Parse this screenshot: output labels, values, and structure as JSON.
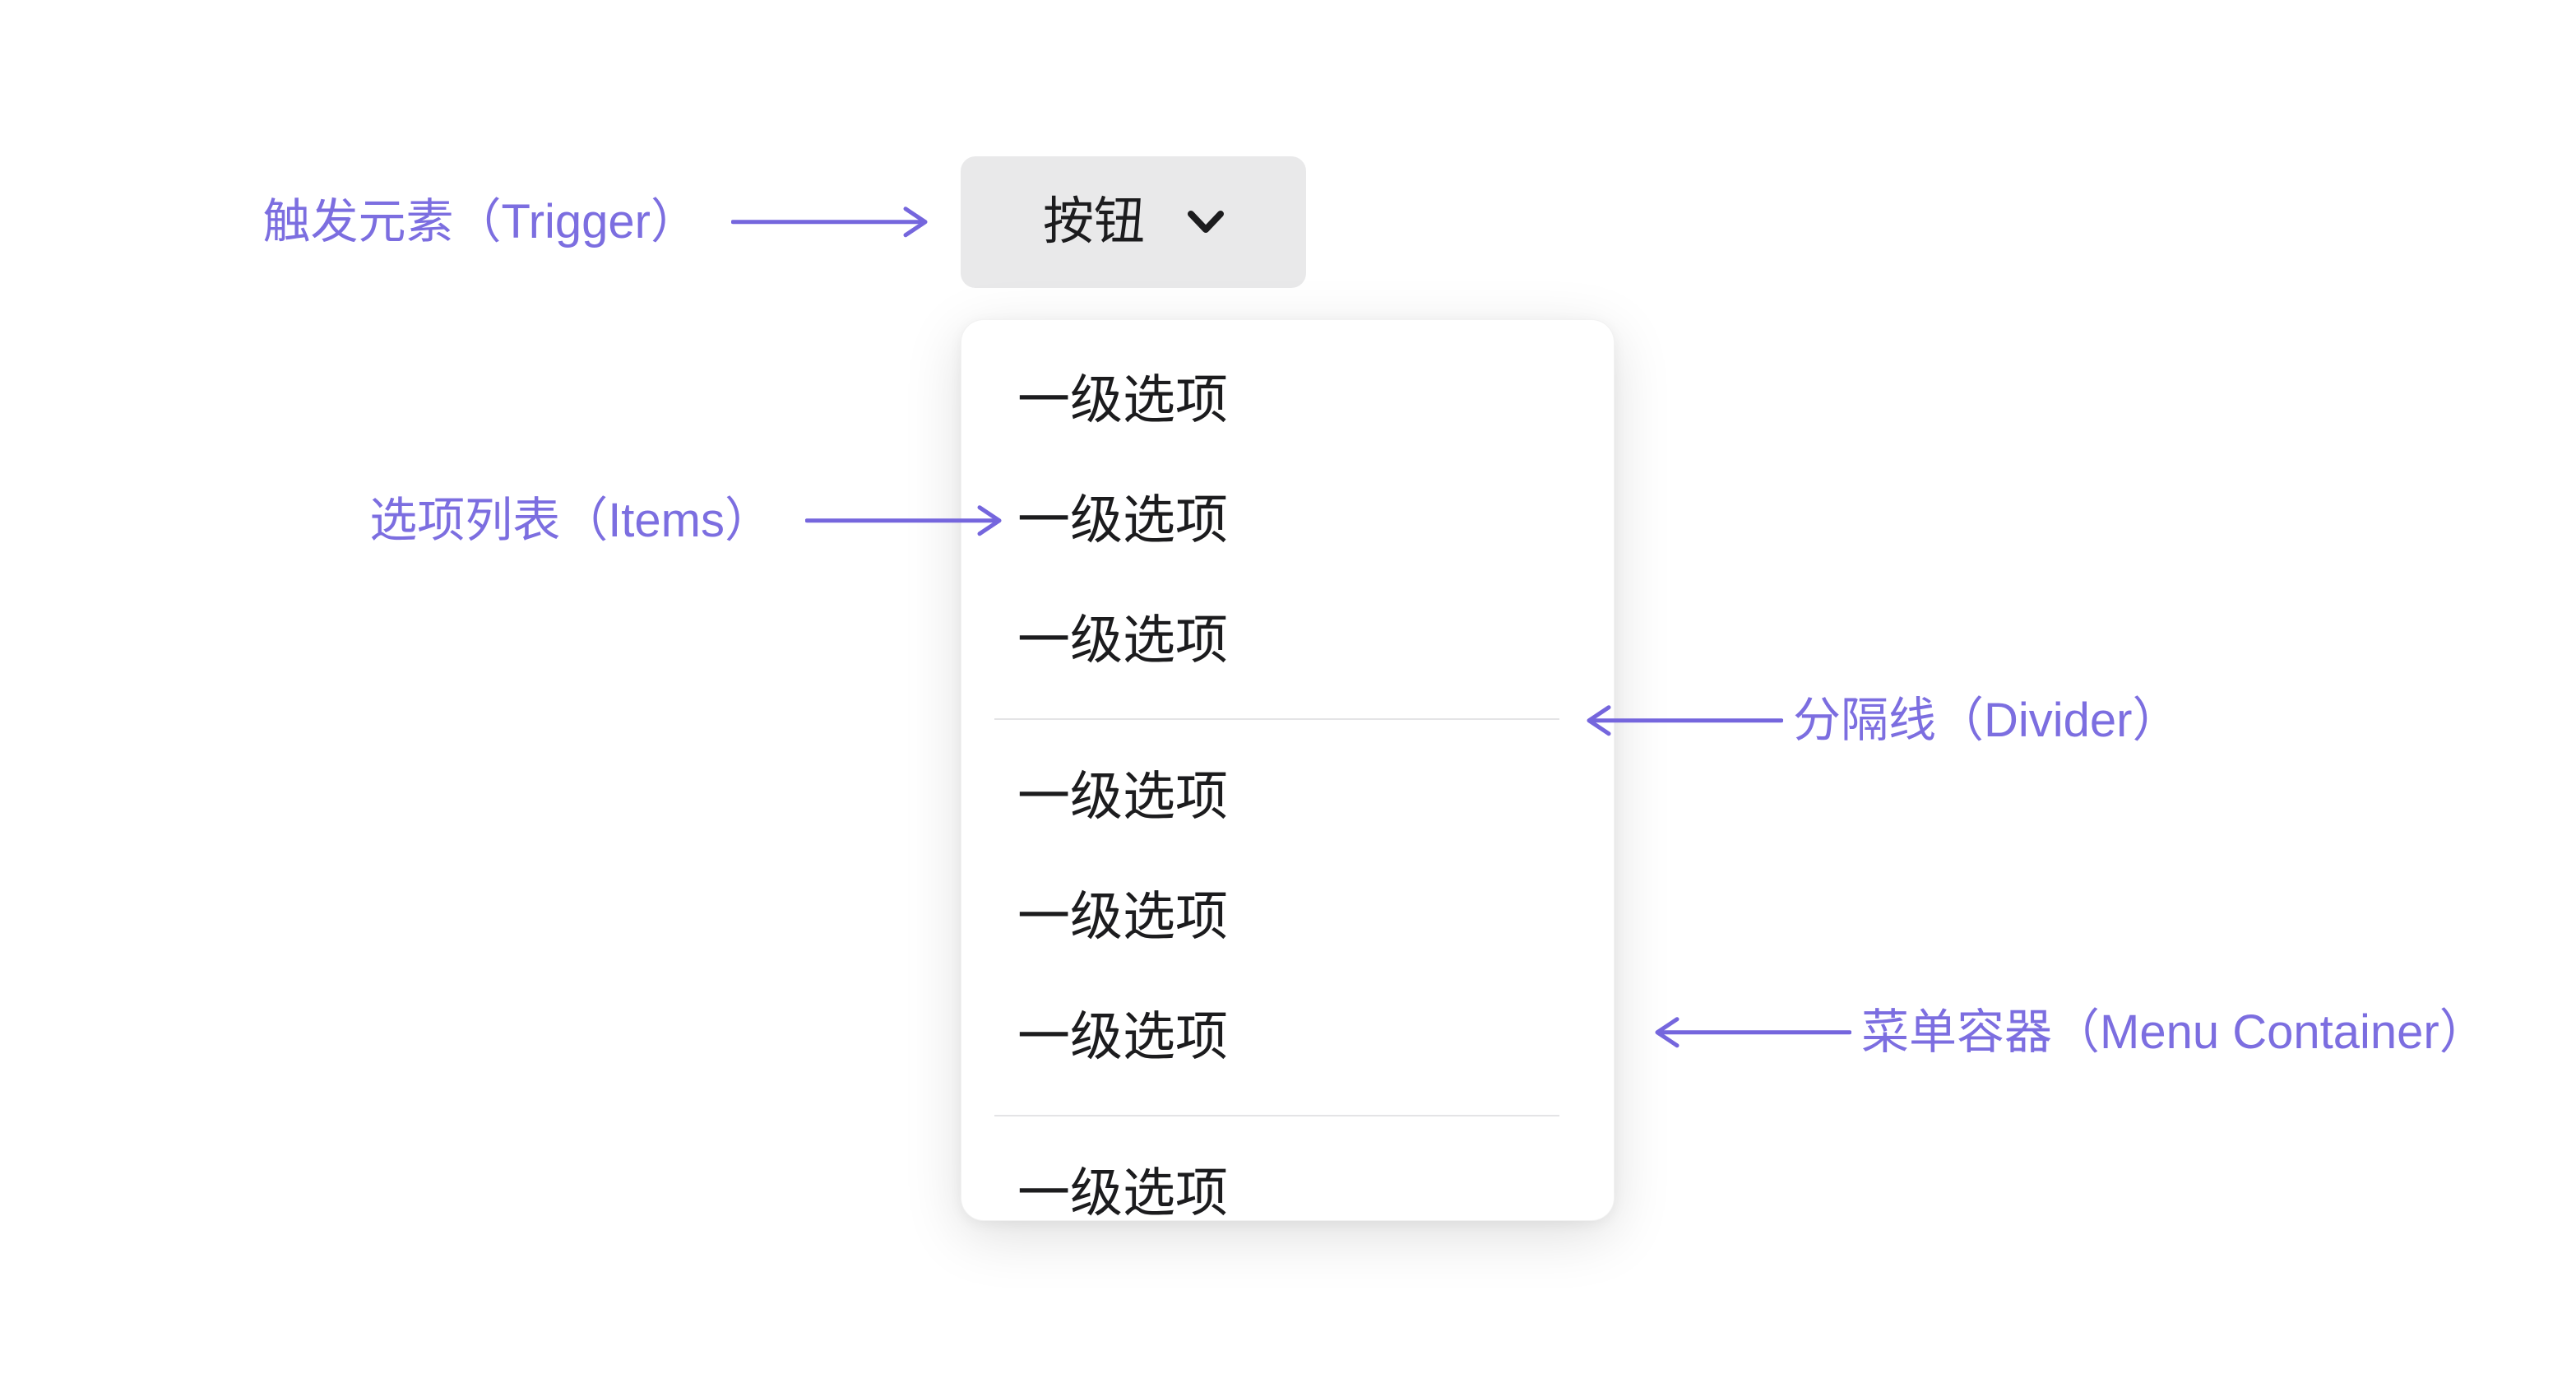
{
  "colors": {
    "page_bg": "#ffffff",
    "accent_line": "#7566DD",
    "accent_text": "#7C6EE0",
    "button_bg": "#E9E9EA",
    "button_text": "#1C1C1E",
    "item_text": "#1C1C1E",
    "divider": "#E4E4E6",
    "menu_bg": "#ffffff"
  },
  "trigger": {
    "label": "按钮",
    "icon": "chevron-down-icon"
  },
  "menu": {
    "rows": [
      {
        "type": "item",
        "label": "一级选项"
      },
      {
        "type": "item",
        "label": "一级选项"
      },
      {
        "type": "item",
        "label": "一级选项"
      },
      {
        "type": "divider"
      },
      {
        "type": "item",
        "label": "一级选项"
      },
      {
        "type": "item",
        "label": "一级选项"
      },
      {
        "type": "item",
        "label": "一级选项"
      },
      {
        "type": "divider"
      },
      {
        "type": "item",
        "label": "一级选项"
      }
    ]
  },
  "annotations": {
    "trigger": {
      "text": "触发元素（Trigger）",
      "arrow_direction": "right"
    },
    "items": {
      "text": "选项列表（Items）",
      "arrow_direction": "right"
    },
    "divider": {
      "text": "分隔线（Divider）",
      "arrow_direction": "left"
    },
    "container": {
      "text": "菜单容器（Menu Container）",
      "arrow_direction": "left"
    }
  }
}
